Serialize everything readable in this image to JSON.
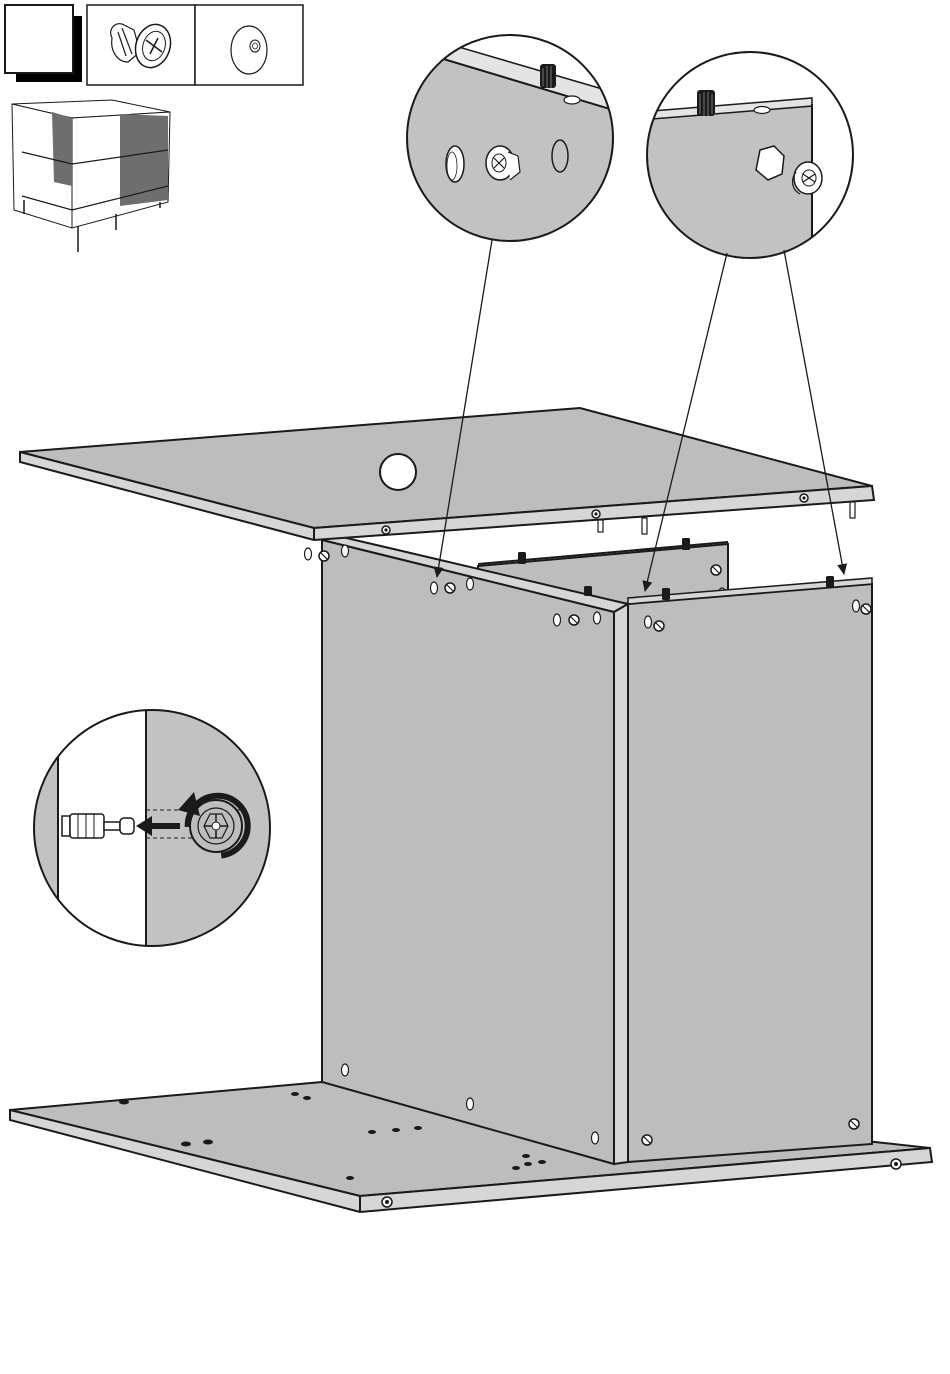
{
  "header": {
    "step_number": "",
    "parts": [
      {
        "icon": "cam-lock-fitting-icon"
      },
      {
        "icon": "cam-lock-cover-cap-icon"
      }
    ]
  },
  "colors": {
    "panel": "#bdbdbd",
    "panel_edge": "#d6d6d6",
    "detail_bg": "#c2c2c2",
    "line": "#1a1a1a",
    "shadow": "#000000"
  },
  "diagram": {
    "nodes": [
      {
        "id": "thumbnail-cabinet",
        "icon": "cabinet-overview-icon"
      },
      {
        "id": "detail-top-left",
        "icon": "cam-lock-top-panel-detail"
      },
      {
        "id": "detail-top-right",
        "icon": "cam-lock-side-panel-detail"
      },
      {
        "id": "detail-bottom-left",
        "icon": "cam-lock-rotation-detail"
      },
      {
        "id": "top-panel",
        "icon": "top-board"
      },
      {
        "id": "left-side-panel",
        "icon": "left-side-board"
      },
      {
        "id": "back-panel",
        "icon": "back-board"
      },
      {
        "id": "right-side-panel",
        "icon": "right-side-board"
      },
      {
        "id": "bottom-panel",
        "icon": "bottom-board"
      }
    ],
    "edges": [
      {
        "from": "detail-top-left",
        "to": "left-side-panel"
      },
      {
        "from": "detail-top-right",
        "to": "right-side-panel"
      },
      {
        "from": "detail-top-right",
        "to": "right-side-panel"
      }
    ]
  }
}
